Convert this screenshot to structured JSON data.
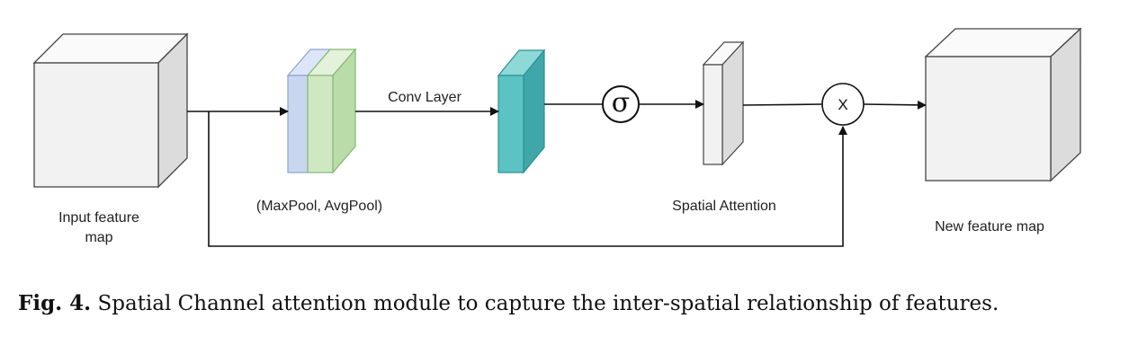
{
  "labels": {
    "input": "Input feature map",
    "pool": "(MaxPool, AvgPool)",
    "conv": "Conv Layer",
    "sigma": "σ",
    "spatial": "Spatial Attention",
    "multiply": "X",
    "output": "New feature map"
  },
  "caption": {
    "prefix": "Fig. 4.",
    "text": " Spatial Channel attention module to capture the inter-spatial relationship of features."
  },
  "colors": {
    "maxpool": "#c9d6f0",
    "avgpool": "#cfe8c2",
    "conv": "#5bc3c4",
    "cube": "#f2f2f2",
    "line": "#111111"
  }
}
